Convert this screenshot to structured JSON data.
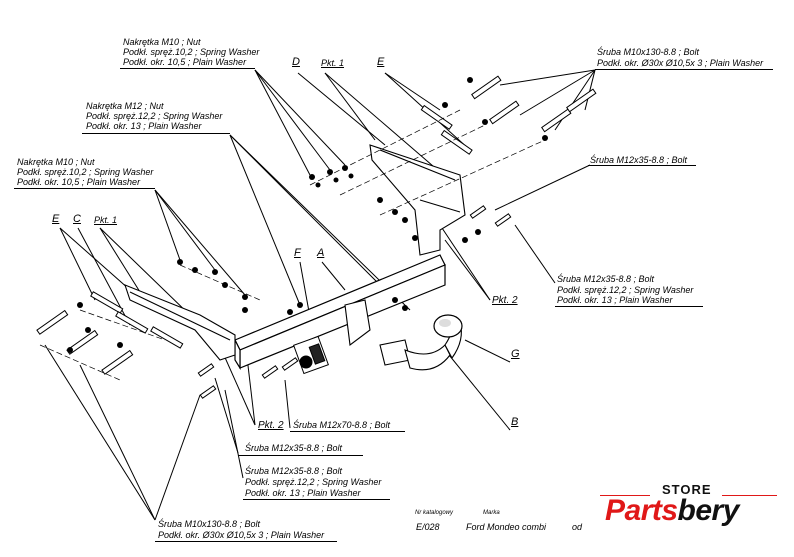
{
  "labels": {
    "nut_top": "Nakrętka  M10 ; Nut",
    "spring_top": "Podkł. spręż.10,2 ; Spring Washer",
    "plain_top": "Podkł. okr. 10,5 ; Plain Washer",
    "nut_mid": "Nakrętka  M12 ; Nut",
    "spring_mid": "Podkł. spręż.12,2 ; Spring Washer",
    "plain_mid": "Podkł. okr. 13 ; Plain Washer",
    "nut_left": "Nakrętka  M10 ; Nut",
    "spring_left": "Podkł. spręż.10,2 ; Spring Washer",
    "plain_left": "Podkł. okr. 10,5 ; Plain Washer",
    "bolt_tr": "Śruba M10x130-8.8 ;  Bolt",
    "washer_tr": "Podkł. okr.  Ø30x Ø10,5x 3 ; Plain Washer",
    "bolt_r1": "Śruba M12x35-8.8 ;  Bolt",
    "bolt_r2": "Śruba M12x35-8.8 ;  Bolt",
    "spring_r2": "Podkł. spręż.12,2 ; Spring Washer",
    "plain_r2": "Podkł. okr. 13 ; Plain Washer",
    "bolt_m70": "Śruba M12x70-8.8 ;  Bolt",
    "bolt_b1": "Śruba M12x35-8.8 ;  Bolt",
    "bolt_b2": "Śruba M12x35-8.8 ;  Bolt",
    "spring_b2": "Podkł. spręż.12,2 ; Spring Washer",
    "plain_b2": "Podkł. okr. 13 ; Plain Washer",
    "bolt_bl": "Śruba M10x130-8.8 ;  Bolt",
    "washer_bl": "Podkł. okr.  Ø30x Ø10,5x 3 ; Plain Washer"
  },
  "letters": {
    "D": "D",
    "pkt1_top": "Pkt. 1",
    "E_top": "E",
    "E_left": "E",
    "C": "C",
    "pkt1_left": "Pkt. 1",
    "F": "F",
    "A": "A",
    "pkt2_right": "Pkt. 2",
    "pkt2_bottom": "Pkt. 2",
    "G": "G",
    "B": "B"
  },
  "footer": {
    "catalog_caption": "Nr katalogowy",
    "brand_caption": "Marka",
    "catalog_no": "E/028",
    "model": "Ford Mondeo combi",
    "from": "od"
  },
  "logo": {
    "store": "STORE",
    "parts": "Parts",
    "bery": "bery",
    "accent": "#e01818"
  }
}
